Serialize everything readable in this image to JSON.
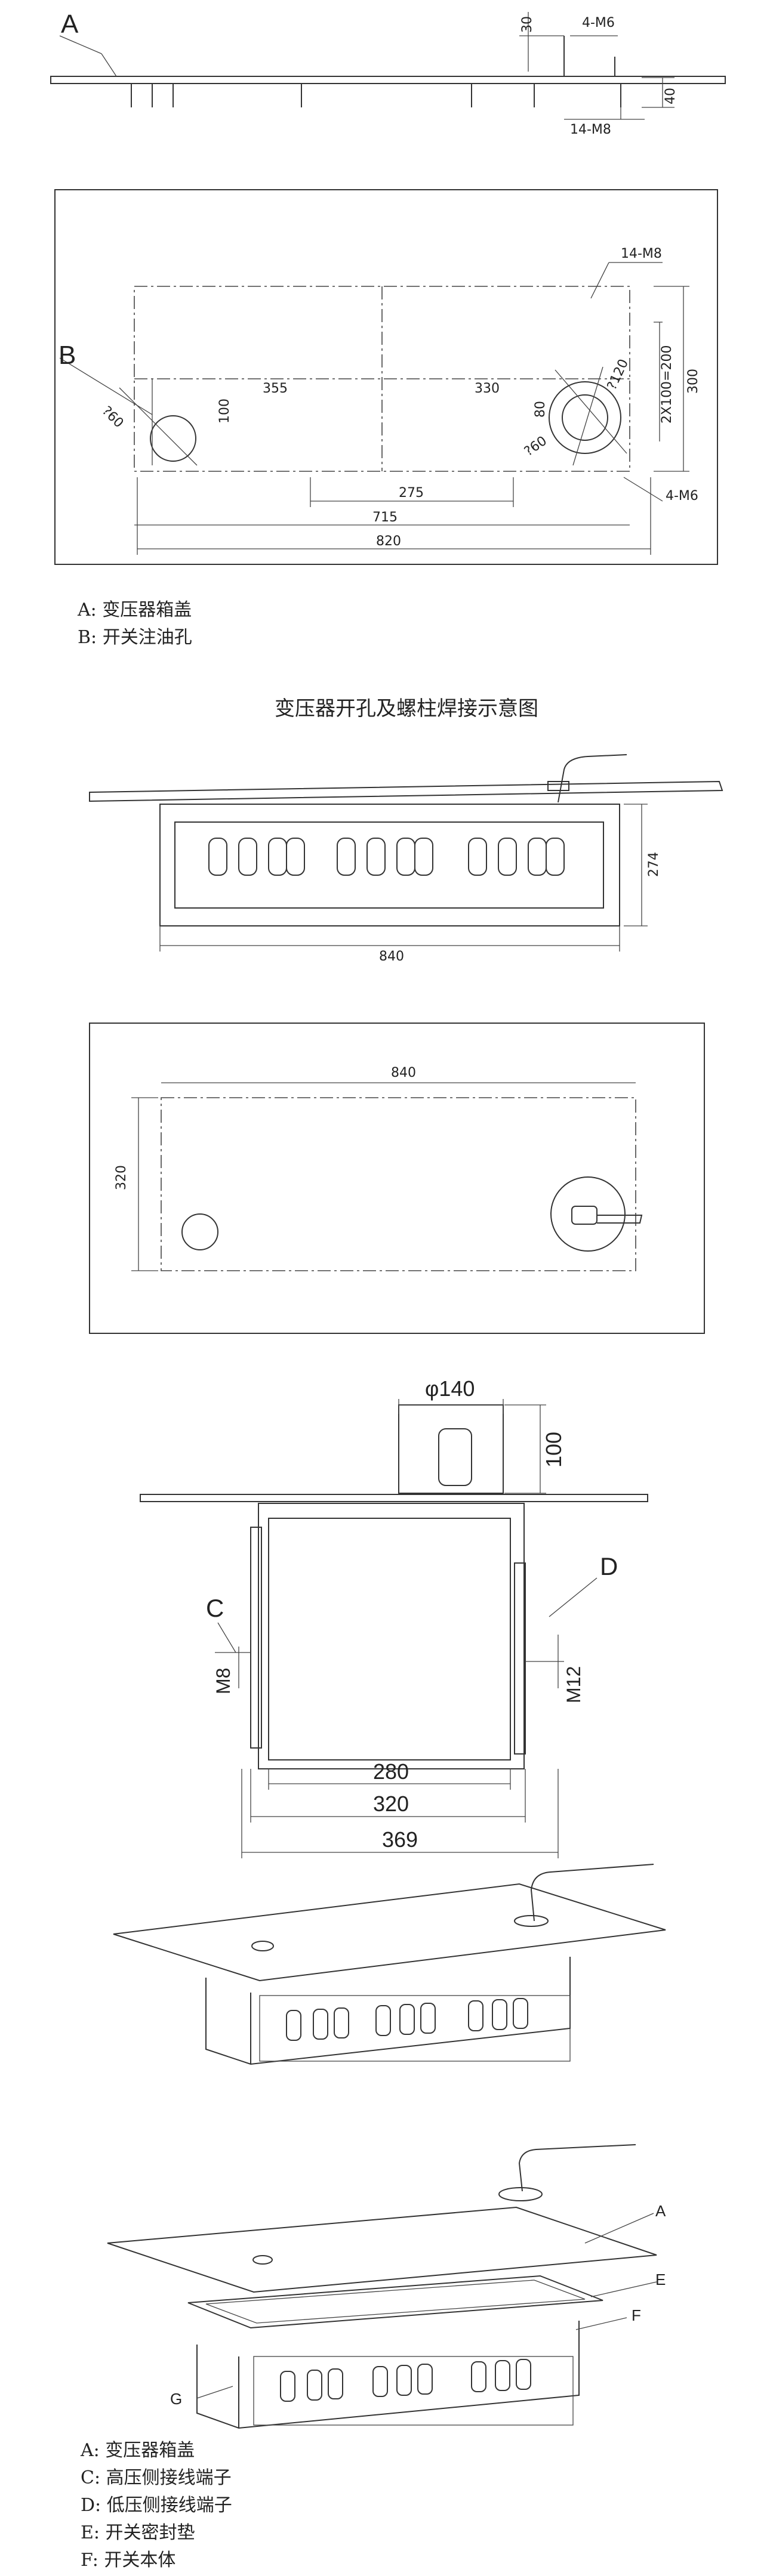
{
  "view1": {
    "label_A": "A",
    "dim_30": "30",
    "dim_4m6": "4-M6",
    "dim_40": "40",
    "dim_14m8": "14-M8"
  },
  "view2": {
    "label_B": "B",
    "dim_14m8": "14-M8",
    "dim_4m6": "4-M6",
    "dim_355": "355",
    "dim_330": "330",
    "dim_100": "100",
    "dim_80": "80",
    "dim_275": "275",
    "dim_715": "715",
    "dim_820": "820",
    "dim_2x100": "2X100=200",
    "dim_300": "300",
    "dim_phi60a": "?60",
    "dim_phi60b": "?60",
    "dim_phi120": "?120"
  },
  "legend1": [
    "A:  变压器箱盖",
    "B:  开关注油孔"
  ],
  "caption": "变压器开孔及螺柱焊接示意图",
  "view3": {
    "dim_274": "274",
    "dim_840": "840"
  },
  "view4": {
    "dim_840": "840",
    "dim_320": "320"
  },
  "view5": {
    "dim_phi140": "φ140",
    "dim_100": "100",
    "label_C": "C",
    "label_D": "D",
    "dim_m8": "M8",
    "dim_m12": "M12",
    "dim_280": "280",
    "dim_320": "320",
    "dim_369": "369"
  },
  "view7": {
    "label_A": "A",
    "label_E": "E",
    "label_F": "F",
    "label_G": "G"
  },
  "legend2": [
    "A:  变压器箱盖",
    "C:  高压侧接线端子",
    "D:  低压侧接线端子",
    "E:  开关密封垫",
    "F:  开关本体"
  ]
}
